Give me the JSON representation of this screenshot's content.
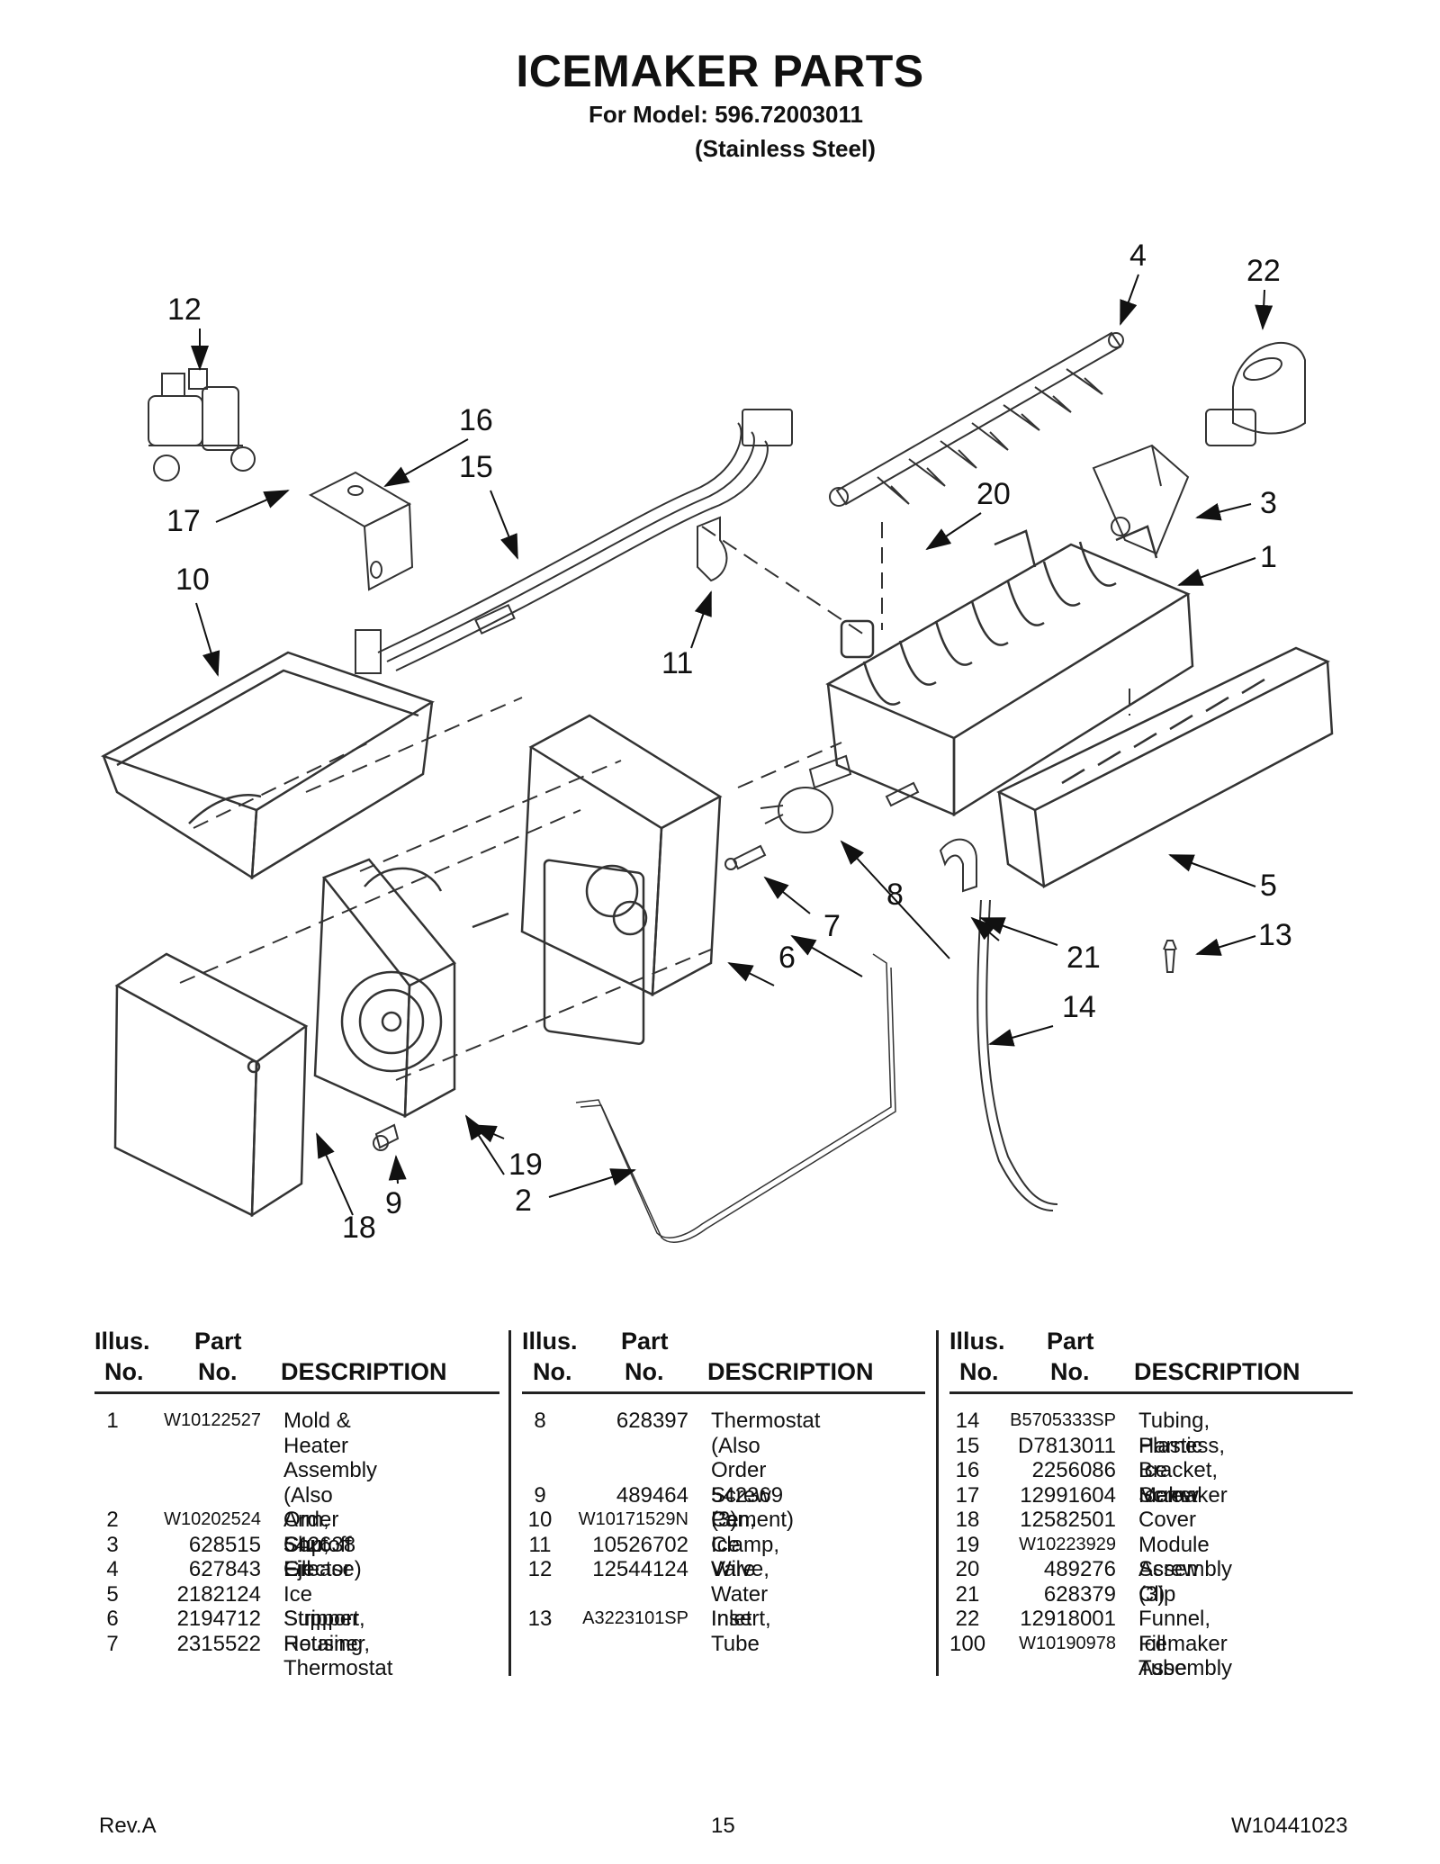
{
  "header": {
    "title": "ICEMAKER PARTS",
    "model_line": "For Model: 596.72003011",
    "finish_line": "(Stainless Steel)"
  },
  "diagram": {
    "callouts": [
      "1",
      "2",
      "3",
      "4",
      "5",
      "6",
      "7",
      "8",
      "9",
      "10",
      "11",
      "12",
      "13",
      "14",
      "15",
      "16",
      "17",
      "18",
      "19",
      "20",
      "21",
      "22"
    ]
  },
  "table_headers": {
    "illus_1": "Illus.",
    "illus_2": "No.",
    "part_1": "Part",
    "part_2": "No.",
    "desc": "DESCRIPTION"
  },
  "parts_columns": [
    [
      {
        "illus": "1",
        "part": "W10122527",
        "desc": "Mold & Heater\nAssembly (Also\nOrder 542638\nGrease)"
      },
      {
        "illus": "2",
        "part": "W10202524",
        "desc": "Arm, Shutoff"
      },
      {
        "illus": "3",
        "part": "628515",
        "desc": "Cup, Fill"
      },
      {
        "illus": "4",
        "part": "627843",
        "desc": "Ejector"
      },
      {
        "illus": "5",
        "part": "2182124",
        "desc": "Ice Stripper"
      },
      {
        "illus": "6",
        "part": "2194712",
        "desc": "Support, Housing"
      },
      {
        "illus": "7",
        "part": "2315522",
        "desc": "Retainer,\nThermostat"
      }
    ],
    [
      {
        "illus": "8",
        "part": "628397",
        "desc": "Thermostat\n(Also Order 542369\n Cement)"
      },
      {
        "illus": "9",
        "part": "489464",
        "desc": "Screw (3)"
      },
      {
        "illus": "10",
        "part": "W10171529N",
        "desc": "Pan, Ice"
      },
      {
        "illus": "11",
        "part": "10526702",
        "desc": "Clamp, Wire"
      },
      {
        "illus": "12",
        "part": "12544124",
        "desc": "Valve, Water\nInlet"
      },
      {
        "illus": "13",
        "part": "A3223101SP",
        "desc": "Insert, Tube"
      }
    ],
    [
      {
        "illus": "14",
        "part": "B5705333SP",
        "desc": "Tubing, Plastic"
      },
      {
        "illus": "15",
        "part": "D7813011",
        "desc": "Harness, Ice Maker"
      },
      {
        "illus": "16",
        "part": "2256086",
        "desc": "Bracket, Icemaker"
      },
      {
        "illus": "17",
        "part": "12991604",
        "desc": "Screw"
      },
      {
        "illus": "18",
        "part": "12582501",
        "desc": "Cover"
      },
      {
        "illus": "19",
        "part": "W10223929",
        "desc": "Module Assembly"
      },
      {
        "illus": "20",
        "part": "489276",
        "desc": "Screw (3)"
      },
      {
        "illus": "21",
        "part": "628379",
        "desc": "Clip"
      },
      {
        "illus": "22",
        "part": "12918001",
        "desc": "Funnel, Fill Tube"
      },
      {
        "illus": "100",
        "part": "W10190978",
        "desc": "Icemaker Assembly"
      }
    ]
  ],
  "footer": {
    "revision": "Rev.A",
    "page_number": "15",
    "document_number": "W10441023"
  }
}
